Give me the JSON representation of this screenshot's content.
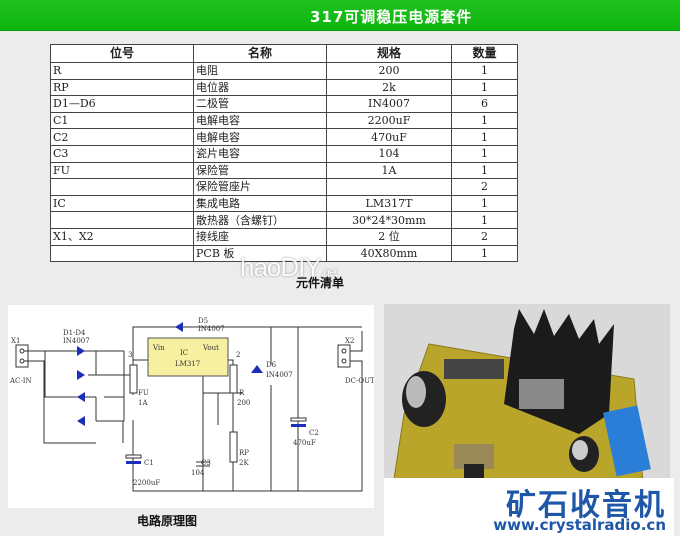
{
  "title": "317可调稳压电源套件",
  "table": {
    "headers": [
      "位号",
      "名称",
      "规格",
      "数量"
    ],
    "rows": [
      [
        "R",
        "电阻",
        "200",
        "1"
      ],
      [
        "RP",
        "电位器",
        "2k",
        "1"
      ],
      [
        "D1—D6",
        "二极管",
        "IN4007",
        "6"
      ],
      [
        "C1",
        "电解电容",
        "2200uF",
        "1"
      ],
      [
        "C2",
        "电解电容",
        "470uF",
        "1"
      ],
      [
        "C3",
        "瓷片电容",
        "104",
        "1"
      ],
      [
        "FU",
        "保险管",
        "1A",
        "1"
      ],
      [
        "",
        "保险管座片",
        "",
        "2"
      ],
      [
        "IC",
        "集成电路",
        "LM317T",
        "1"
      ],
      [
        "",
        "散热器（含螺钉）",
        "30*24*30mm",
        "1"
      ],
      [
        "X1、X2",
        "接线座",
        "2 位",
        "2"
      ],
      [
        "",
        "PCB 板",
        "40X80mm",
        "1"
      ]
    ],
    "caption": "元件清单"
  },
  "watermark": "haoDIY.net",
  "schematic": {
    "caption": "电路原理图",
    "labels": {
      "x1": "X1",
      "acin": "AC-IN",
      "d14": "D1-D4",
      "d14v": "IN4007",
      "d5": "D5",
      "d5v": "IN4007",
      "ic": "IC",
      "icv": "LM317",
      "vin": "Vin",
      "vout": "Vout",
      "p3": "3",
      "p2": "2",
      "fu": "FU",
      "fuv": "1A",
      "c1": "C1",
      "c1v": "2200uF",
      "c3": "C3",
      "c3v": "104",
      "r": "R",
      "rv": "200",
      "rp": "RP",
      "rpv": "2K",
      "d6": "D6",
      "d6v": "IN4007",
      "c2": "C2",
      "c2v": "470uF",
      "x2": "X2",
      "dcout": "DC-OUT"
    }
  },
  "logo": {
    "name": "矿石收音机",
    "url": "www.crystalradio.cn"
  }
}
